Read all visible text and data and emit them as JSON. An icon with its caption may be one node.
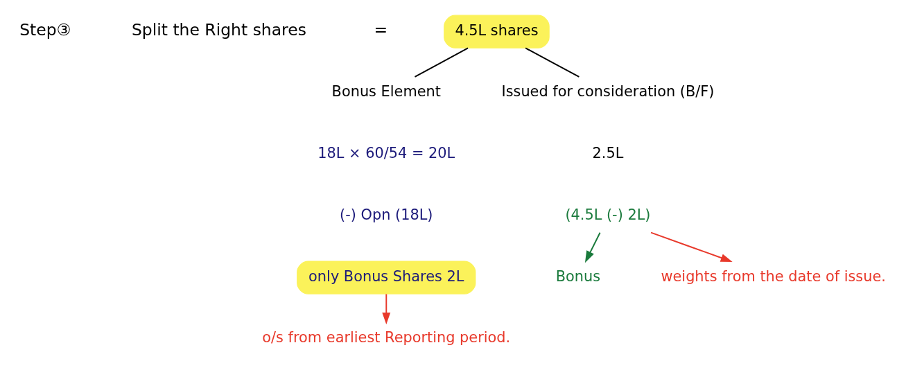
{
  "diagram": {
    "nodes": [
      {
        "text": [
          "4.5L shares"
        ]
      },
      {
        "text": [
          "Bonus Element"
        ]
      },
      {
        "text": [
          "Issued for consideration (B/F)"
        ]
      },
      {
        "text": [
          "18L × 60/54 = 20L"
        ]
      },
      {
        "text": [
          "(-) Opn (18L)"
        ]
      },
      {
        "text": [
          "only Bonus Shares 2L"
        ]
      },
      {
        "text": [
          "o/s from earliest Reporting period."
        ]
      },
      {
        "text": [
          "2.5L"
        ]
      },
      {
        "text": [
          "(4.5L (-) 2L)"
        ]
      },
      {
        "text": [
          "Bonus"
        ]
      },
      {
        "text": [
          "weights from the date of issue."
        ]
      }
    ],
    "edges": [
      {
        "from": 0,
        "to": 1,
        "arrow": "none"
      },
      {
        "from": 0,
        "to": 2,
        "arrow": "none"
      },
      {
        "from": 5,
        "to": 6,
        "arrow": "to",
        "color": "#e8392b"
      },
      {
        "from": 8,
        "to": 9,
        "arrow": "to",
        "color": "#1a7a3c"
      },
      {
        "from": 8,
        "to": 10,
        "arrow": "to",
        "color": "#e8392b"
      }
    ],
    "labels": [
      "Step③",
      "Split the Right shares",
      "="
    ]
  }
}
